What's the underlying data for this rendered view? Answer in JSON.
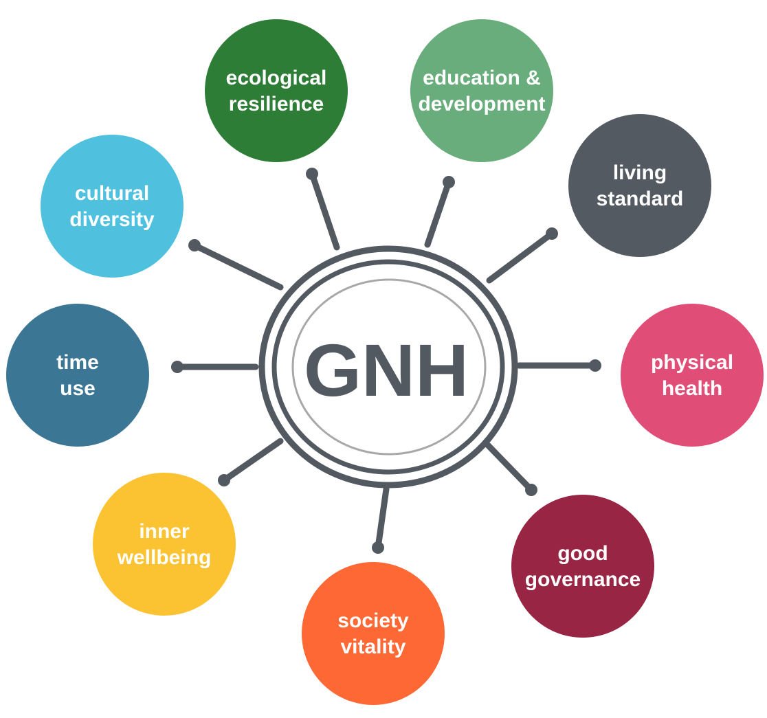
{
  "center": {
    "label": "GNH",
    "color": "#525960",
    "inner_ring_color": "#a8a8a8"
  },
  "domains": [
    {
      "id": "ecological-resilience",
      "lines": [
        "ecological",
        "resilience"
      ],
      "color": "#2e7d37"
    },
    {
      "id": "education-development",
      "lines": [
        "education &",
        "development"
      ],
      "color": "#68ad7b"
    },
    {
      "id": "living-standard",
      "lines": [
        "living",
        "standard"
      ],
      "color": "#545a61"
    },
    {
      "id": "physical-health",
      "lines": [
        "physical",
        "health"
      ],
      "color": "#e04e78"
    },
    {
      "id": "good-governance",
      "lines": [
        "good",
        "governance"
      ],
      "color": "#992544"
    },
    {
      "id": "society-vitality",
      "lines": [
        "society",
        "vitality"
      ],
      "color": "#fd6835"
    },
    {
      "id": "inner-wellbeing",
      "lines": [
        "inner",
        "wellbeing"
      ],
      "color": "#fbc331"
    },
    {
      "id": "time-use",
      "lines": [
        "time",
        "use"
      ],
      "color": "#3b7795"
    },
    {
      "id": "cultural-diversity",
      "lines": [
        "cultural",
        "diversity"
      ],
      "color": "#4fc1df"
    }
  ]
}
